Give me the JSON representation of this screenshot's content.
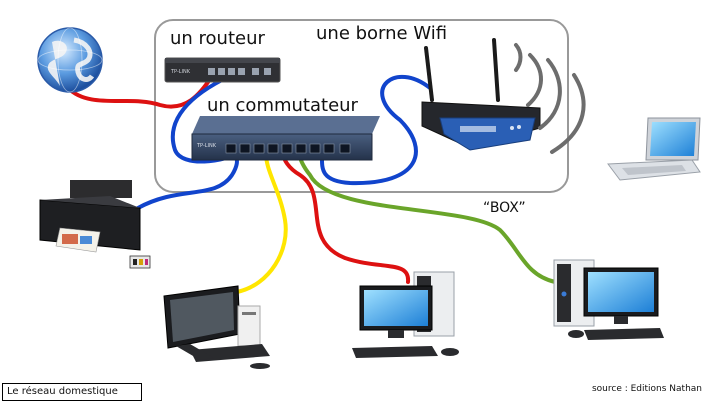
{
  "labels": {
    "router": "un routeur",
    "wifi": "une borne Wifi",
    "switch": "un commutateur",
    "box": "“BOX”"
  },
  "caption": "Le réseau domestique",
  "source": "source : Editions Nathan",
  "device_labels": {
    "router_brand": "TP-LINK",
    "switch_brand": "TP-LINK"
  },
  "colors": {
    "cable_red": "#dd1111",
    "cable_blue": "#1144cc",
    "cable_yellow": "#ffe600",
    "cable_green": "#6aa52a",
    "box_border": "#999999"
  },
  "icons": [
    "globe-icon",
    "router-icon",
    "switch-icon",
    "wifi-router-icon",
    "wifi-waves-icon",
    "laptop-icon",
    "printer-icon",
    "all-in-one-pc-icon",
    "desktop-pc-icon"
  ]
}
